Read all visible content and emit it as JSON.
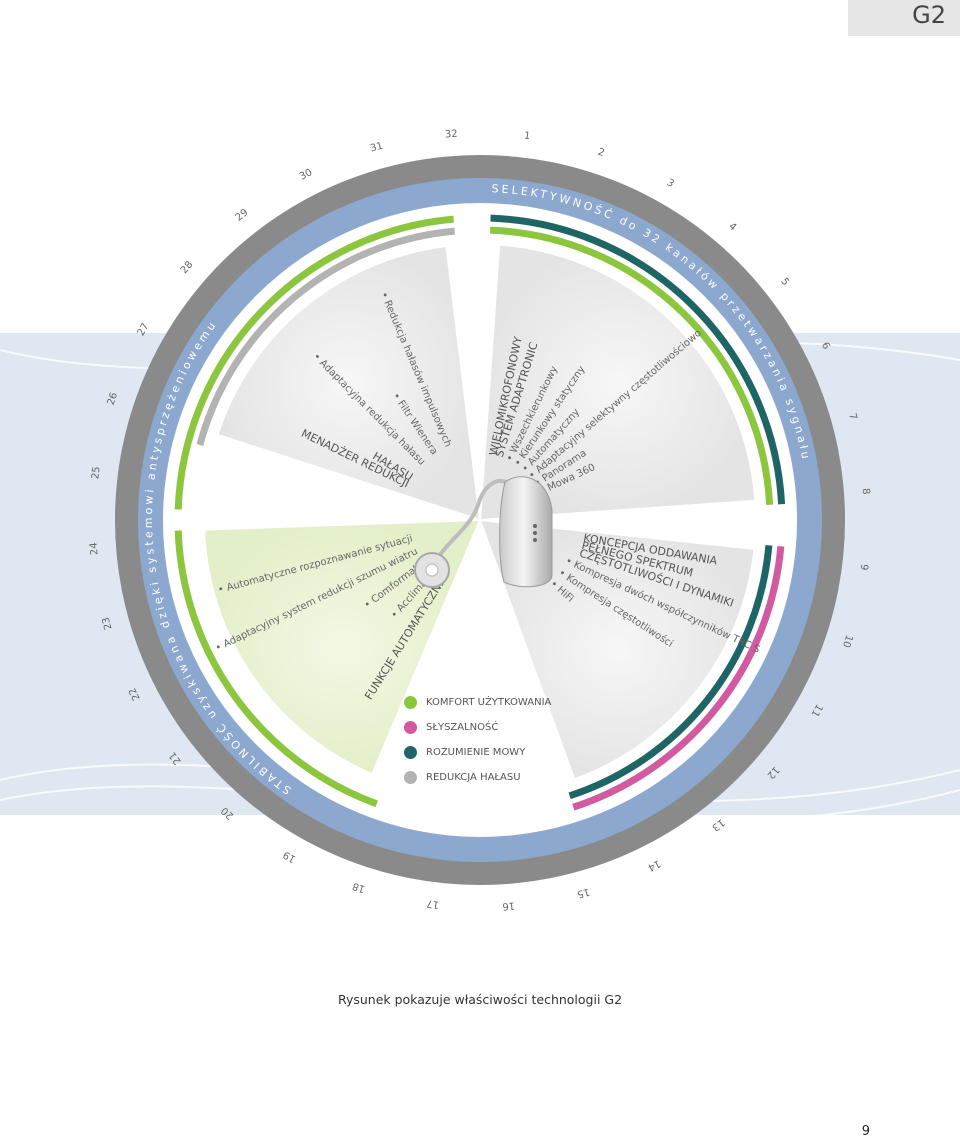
{
  "header": {
    "tag": "G2"
  },
  "wheel": {
    "top_arc_label": "SELEKTYWNOŚĆ do 32 kanałów przetwarzania sygnału",
    "bottom_arc_label": "STABILNOŚĆ uzyskiwana dzięki systemowi antysprzężeniowemu",
    "channel_numbers": [
      "1",
      "2",
      "3",
      "4",
      "5",
      "6",
      "7",
      "8",
      "9",
      "10",
      "11",
      "12",
      "13",
      "14",
      "15",
      "16",
      "17",
      "18",
      "19",
      "20",
      "21",
      "22",
      "23",
      "24",
      "25",
      "26",
      "27",
      "28",
      "29",
      "30",
      "31",
      "32"
    ]
  },
  "segments": {
    "noise_reduction": {
      "title_lines": [
        "MENADŻER REDUKCJI",
        "HAŁASU"
      ],
      "items": [
        "Adaptacyjna redukcja hałasu",
        "Filtr Wienera",
        "Redukcja hałasów impulsowych"
      ]
    },
    "directional": {
      "title_lines": [
        "WIELOMIKROFONOWY",
        "SYSTEM ADAPTRONIC"
      ],
      "items": [
        "Wszechkierunkowy",
        "Kierunkowy statyczny",
        "Automatyczny",
        "Adaptacyjny selektywny częstotliwościowo",
        "Panorama",
        "Mowa 360"
      ]
    },
    "spectrum": {
      "title_lines": [
        "KONCEPCJA ODDAWANIA",
        "PEŁNEGO SPEKTRUM",
        "CZĘSTOTLIWOŚCI I DYNAMIKI"
      ],
      "items": [
        "Kompresja dwóch współczynników TRC S",
        "Kompresja częstotliwości",
        "HiFi"
      ]
    },
    "automatic": {
      "title_lines": [
        "FUNKCJE AUTOMATYCZNE"
      ],
      "items": [
        "Acclimatic",
        "Comformatic",
        "Adaptacyjny system redukcji szumu wiatru",
        "Automatyczne rozpoznawanie sytuacji"
      ]
    }
  },
  "legend": [
    {
      "label": "KOMFORT UŻYTKOWANIA",
      "color": "#8cc63f"
    },
    {
      "label": "SŁYSZALNOŚĆ",
      "color": "#d15aa0"
    },
    {
      "label": "ROZUMIENIE MOWY",
      "color": "#1f6565"
    },
    {
      "label": "REDUKCJA HAŁASU",
      "color": "#b3b3b3"
    }
  ],
  "colors": {
    "outer_ring": "#8a8a8a",
    "blue_ring": "#8ca8cf",
    "band_blue": "#dfe7f2",
    "green": "#8cc63f",
    "pink": "#d15aa0",
    "teal": "#1f6565",
    "light_gray": "#b3b3b3"
  },
  "caption": "Rysunek pokazuje właściwości technologii G2",
  "page_number": "9"
}
